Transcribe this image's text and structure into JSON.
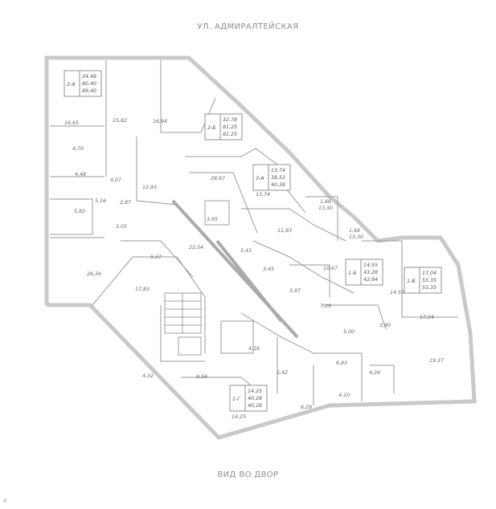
{
  "street_top": "УЛ. АДМИРАЛТЕЙСКАЯ",
  "street_bottom": "ВИД ВО ДВОР",
  "corner_mark": "8",
  "apartments": [
    {
      "id": "2-А",
      "lines": [
        "34,48",
        "80,40",
        "89,40"
      ]
    },
    {
      "id": "2-Б",
      "lines": [
        "32,78",
        "81,25",
        "81,25"
      ]
    },
    {
      "id": "3-А",
      "lines": [
        "13,74",
        "38,52",
        "40,38"
      ]
    },
    {
      "id": "1-Б",
      "lines": [
        "14,55",
        "43,28",
        "42,94"
      ]
    },
    {
      "id": "1-В",
      "lines": [
        "17,04",
        "55,35",
        "55,35"
      ]
    },
    {
      "id": "1-Г",
      "lines": [
        "14,25",
        "40,28",
        "40,28"
      ]
    }
  ],
  "room_areas": [
    "16,65",
    "15,82",
    "16,94",
    "4,70",
    "4,48",
    "4,07",
    "12,93",
    "28,67",
    "13,74",
    "5,16",
    "2,87",
    "5,82",
    "3,95",
    "1,66",
    "13,30",
    "11,93",
    "1,66",
    "13,30",
    "3,05",
    "22,54",
    "5,43",
    "5,37",
    "10,67",
    "26,34",
    "3,45",
    "3,97",
    "14,55",
    "17,83",
    "7,09",
    "17,04",
    "5,00",
    "3,80",
    "4,16",
    "6,83",
    "4,26",
    "19,37",
    "4,32",
    "9,56",
    "5,42",
    "4,10",
    "6,29",
    "14,25"
  ]
}
